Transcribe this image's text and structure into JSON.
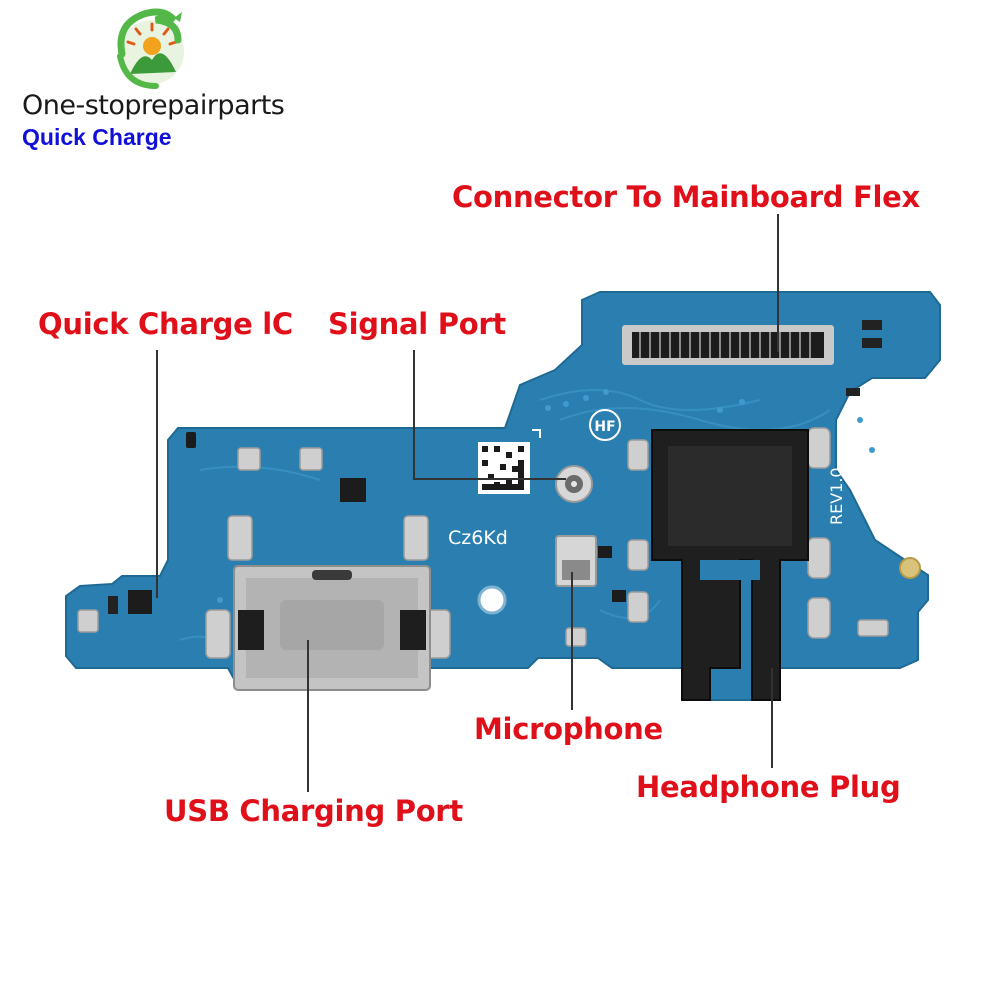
{
  "brand": {
    "name": "One-stoprepairparts",
    "tagline": "Quick Charge",
    "logo_icon": "dragon-sunrise-logo",
    "tagline_color": "#1010d8"
  },
  "board": {
    "part_code": "Cz6Kd",
    "revision": "REV1.0",
    "marking": "HF",
    "board_color": "#2a7fb0",
    "label_color": "#e0101a"
  },
  "labels": {
    "connector": "Connector To Mainboard Flex",
    "quick_charge_ic": "Quick Charge lC",
    "signal_port": "Signal Port",
    "microphone": "Microphone",
    "usb_port": "USB Charging Port",
    "headphone": "Headphone Plug"
  }
}
